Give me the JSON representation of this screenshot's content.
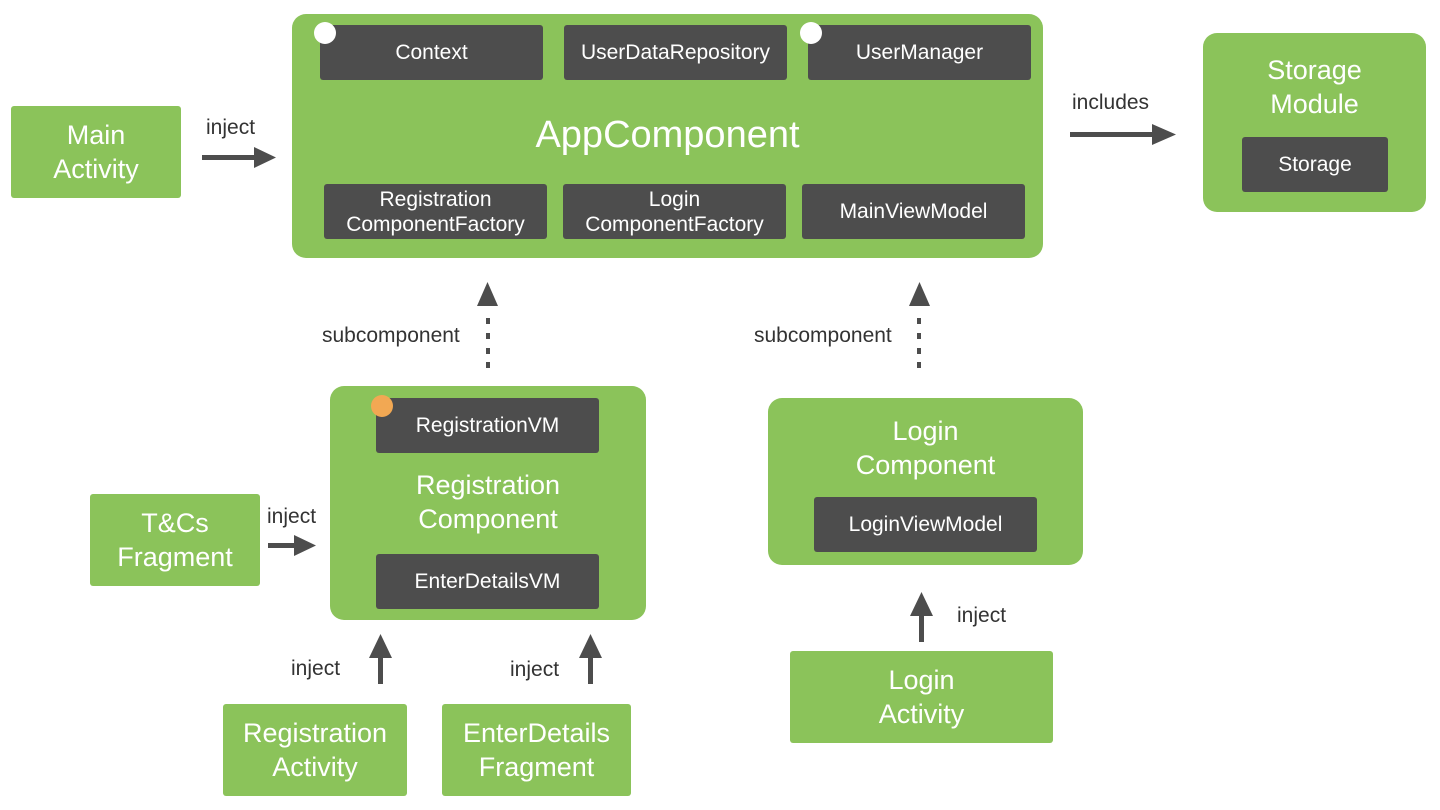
{
  "app_component": {
    "title": "AppComponent",
    "chips": {
      "context": "Context",
      "user_data_repository": "UserDataRepository",
      "user_manager": "UserManager",
      "registration_component_factory": "Registration\nComponentFactory",
      "login_component_factory": "Login\nComponentFactory",
      "main_view_model": "MainViewModel"
    }
  },
  "storage_module": {
    "title": "Storage\nModule",
    "chip": "Storage"
  },
  "registration_component": {
    "title": "Registration\nComponent",
    "chips": {
      "registration_vm": "RegistrationVM",
      "enter_details_vm": "EnterDetailsVM"
    }
  },
  "login_component": {
    "title": "Login\nComponent",
    "chip": "LoginViewModel"
  },
  "nodes": {
    "main_activity": "Main\nActivity",
    "tcs_fragment": "T&Cs\nFragment",
    "registration_activity": "Registration\nActivity",
    "enter_details_fragment": "EnterDetails\nFragment",
    "login_activity": "Login\nActivity"
  },
  "edge_labels": {
    "main_inject": "inject",
    "includes": "includes",
    "reg_subcomponent": "subcomponent",
    "login_subcomponent": "subcomponent",
    "tcs_inject": "inject",
    "reg_activity_inject": "inject",
    "enter_details_inject": "inject",
    "login_activity_inject": "inject"
  },
  "colors": {
    "node_green": "#8bc35a",
    "chip_dark": "#4d4d4d",
    "arrow": "#4d4d4d",
    "singleton_dot": "#ffffff",
    "scoped_dot": "#f2a853"
  }
}
